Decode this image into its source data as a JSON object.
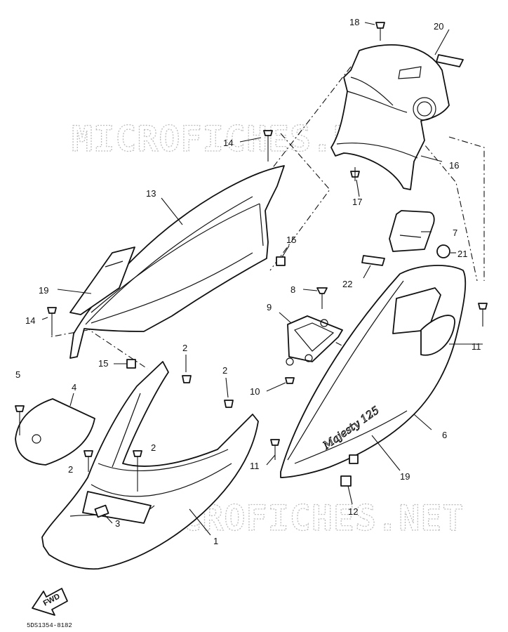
{
  "watermarks": [
    "MICROFICHES.NET",
    "MICROFICHES.NET"
  ],
  "diagram_code": "5DS1354-8182",
  "fwd_label": "FWD",
  "emblem_text": "Majesty 125",
  "callouts": {
    "c1": "1",
    "c2a": "2",
    "c2b": "2",
    "c2c": "2",
    "c2d": "2",
    "c3": "3",
    "c4": "4",
    "c5": "5",
    "c6": "6",
    "c7": "7",
    "c8": "8",
    "c9": "9",
    "c10": "10",
    "c11a": "11",
    "c11b": "11",
    "c12": "12",
    "c13": "13",
    "c14a": "14",
    "c14b": "14",
    "c15a": "15",
    "c15b": "15",
    "c16": "16",
    "c17": "17",
    "c18": "18",
    "c19a": "19",
    "c19b": "19",
    "c20": "20",
    "c21": "21",
    "c22": "22"
  }
}
